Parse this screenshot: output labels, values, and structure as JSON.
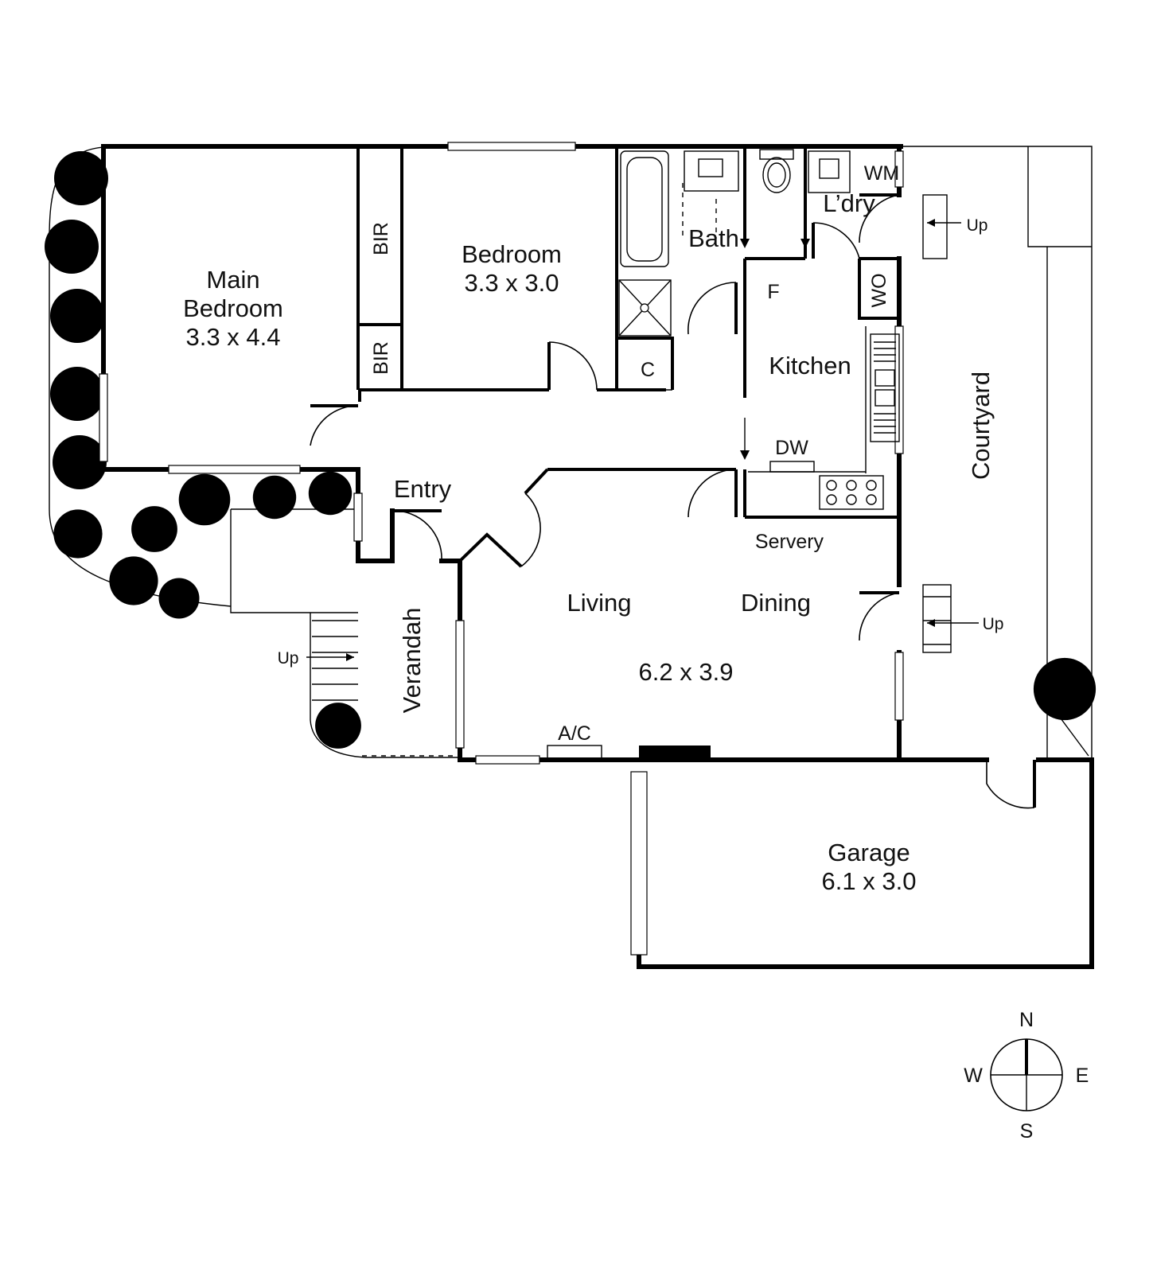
{
  "rooms": {
    "main_bedroom": {
      "name_line1": "Main",
      "name_line2": "Bedroom",
      "size": "3.3 x 4.4"
    },
    "bedroom": {
      "name": "Bedroom",
      "size": "3.3 x 3.0"
    },
    "bir_1": "BIR",
    "bir_2": "BIR",
    "bath": "Bath",
    "laundry": "L’dry",
    "wm": "WM",
    "wo": "WO",
    "fridge": "F",
    "kitchen": "Kitchen",
    "dishwasher": "DW",
    "servery": "Servery",
    "linen": "C",
    "entry": "Entry",
    "living": "Living",
    "dining": "Dining",
    "living_dining_size": "6.2 x 3.9",
    "verandah": "Verandah",
    "courtyard": "Courtyard",
    "ac": "A/C",
    "garage": {
      "name": "Garage",
      "size": "6.1 x 3.0"
    }
  },
  "stairs": {
    "up_top": "Up",
    "up_middle": "Up",
    "up_front": "Up"
  },
  "compass": {
    "north": "N",
    "south": "S",
    "east": "E",
    "west": "W"
  }
}
